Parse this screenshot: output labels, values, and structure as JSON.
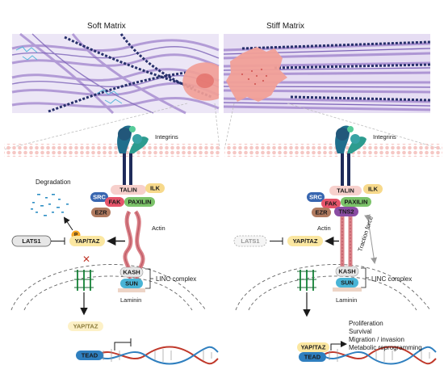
{
  "panels": {
    "left_title": "Soft Matrix",
    "right_title": "Stiff Matrix"
  },
  "labels": {
    "integrins": "Integrins",
    "degradation": "Degradation",
    "actin": "Actin",
    "linc_complex": "LINC complex",
    "laminin": "Laminin",
    "traction_force": "Traction force",
    "phospho": "P"
  },
  "proteins": {
    "talin": "TALIN",
    "ilk": "ILK",
    "src": "SRC",
    "fak": "FAK",
    "paxilin": "PAXILIN",
    "ezr": "EZR",
    "tns2": "TNS2",
    "kash": "KASH",
    "sun": "SUN",
    "lats1": "LATS1",
    "yap_taz": "YAP/TAZ",
    "tead": "TEAD"
  },
  "outcomes": {
    "items": [
      "Proliferation",
      "Survival",
      "Migration / invasion",
      "Metabolic reprogramming"
    ]
  },
  "colors": {
    "membrane": "#f3b7b5",
    "actin": "#d97f86",
    "yap": "#fbe7a1",
    "tead": "#2f7fbf",
    "src": "#3866b0",
    "fak": "#e5546a",
    "paxilin": "#7cc36a",
    "ilk": "#f7d98b",
    "ezr": "#b07a5f",
    "tns2": "#8a4ca3",
    "sun": "#49b4d6",
    "matrix_fiber": "#a98fd1",
    "cell": "#f19f97"
  }
}
